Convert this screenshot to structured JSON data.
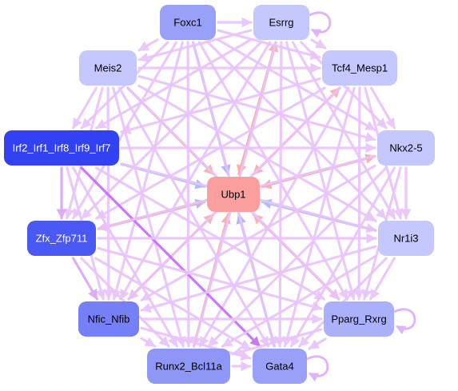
{
  "graph": {
    "nodes": [
      {
        "id": "foxc1",
        "label": "Foxc1",
        "fill": "#98a0f8",
        "text": "#000000"
      },
      {
        "id": "esrrg",
        "label": "Esrrg",
        "fill": "#c4c8fc",
        "text": "#000000"
      },
      {
        "id": "meis2",
        "label": "Meis2",
        "fill": "#c4c8fc",
        "text": "#000000"
      },
      {
        "id": "tcf4",
        "label": "Tcf4_Mesp1",
        "fill": "#c4c8fc",
        "text": "#000000"
      },
      {
        "id": "irf",
        "label": "Irf2_Irf1_Irf8_Irf9_Irf7",
        "fill": "#3242f2",
        "text": "#ffffff"
      },
      {
        "id": "nkx25",
        "label": "Nkx2-5",
        "fill": "#c4c8fc",
        "text": "#000000"
      },
      {
        "id": "ubp1",
        "label": "Ubp1",
        "fill": "#fa9e9e",
        "text": "#000000"
      },
      {
        "id": "zfx",
        "label": "Zfx_Zfp711",
        "fill": "#4a58f4",
        "text": "#ffffff"
      },
      {
        "id": "nr1i3",
        "label": "Nr1i3",
        "fill": "#c4c8fc",
        "text": "#000000"
      },
      {
        "id": "nfic",
        "label": "Nfic_Nfib",
        "fill": "#7680f6",
        "text": "#000000"
      },
      {
        "id": "pparg",
        "label": "Pparg_Rxrg",
        "fill": "#aab0fa",
        "text": "#000000"
      },
      {
        "id": "runx2",
        "label": "Runx2_Bcl11a",
        "fill": "#8e96f6",
        "text": "#000000"
      },
      {
        "id": "gata4",
        "label": "Gata4",
        "fill": "#98a0f8",
        "text": "#000000"
      }
    ],
    "edges": [
      {
        "from": "foxc1",
        "to": "ubp1",
        "color": "#a8b4f6"
      },
      {
        "from": "esrrg",
        "to": "ubp1",
        "color": "#f8aaaa"
      },
      {
        "from": "tcf4",
        "to": "ubp1",
        "color": "#f8aaaa"
      },
      {
        "from": "nkx25",
        "to": "ubp1",
        "color": "#f8aaaa"
      },
      {
        "from": "nr1i3",
        "to": "ubp1",
        "color": "#a8b4f6"
      },
      {
        "from": "pparg",
        "to": "ubp1",
        "color": "#f8aaaa"
      },
      {
        "from": "gata4",
        "to": "ubp1",
        "color": "#a8b4f6"
      },
      {
        "from": "runx2",
        "to": "ubp1",
        "color": "#f8aaaa"
      },
      {
        "from": "nfic",
        "to": "ubp1",
        "color": "#f8aaaa"
      },
      {
        "from": "zfx",
        "to": "ubp1",
        "color": "#a8b4f6"
      },
      {
        "from": "irf",
        "to": "ubp1",
        "color": "#a8b4f6"
      },
      {
        "from": "meis2",
        "to": "ubp1",
        "color": "#f8aaaa"
      },
      {
        "from": "ubp1",
        "to": "nkx25",
        "color": "#f8aaaa"
      },
      {
        "from": "ubp1",
        "to": "tcf4",
        "color": "#f8aaaa"
      },
      {
        "from": "ubp1",
        "to": "esrrg",
        "color": "#f8aaaa"
      },
      {
        "from": "ubp1",
        "to": "pparg",
        "color": "#f8aaaa"
      },
      {
        "from": "ubp1",
        "to": "nfic",
        "color": "#f8aaaa"
      },
      {
        "from": "ubp1",
        "to": "zfx",
        "color": "#f8aaaa"
      },
      {
        "from": "foxc1",
        "to": "esrrg",
        "color": "#e8c4fa"
      },
      {
        "from": "foxc1",
        "to": "meis2",
        "color": "#e8c4fa"
      },
      {
        "from": "foxc1",
        "to": "tcf4",
        "color": "#e8c4fa"
      },
      {
        "from": "foxc1",
        "to": "nkx25",
        "color": "#e8c4fa"
      },
      {
        "from": "foxc1",
        "to": "nr1i3",
        "color": "#e8c4fa"
      },
      {
        "from": "foxc1",
        "to": "pparg",
        "color": "#e8c4fa"
      },
      {
        "from": "foxc1",
        "to": "gata4",
        "color": "#e8c4fa"
      },
      {
        "from": "foxc1",
        "to": "runx2",
        "color": "#e8c4fa"
      },
      {
        "from": "foxc1",
        "to": "nfic",
        "color": "#e8c4fa"
      },
      {
        "from": "foxc1",
        "to": "zfx",
        "color": "#e8c4fa"
      },
      {
        "from": "foxc1",
        "to": "irf",
        "color": "#e8c4fa"
      },
      {
        "from": "esrrg",
        "to": "meis2",
        "color": "#e8c4fa"
      },
      {
        "from": "esrrg",
        "to": "tcf4",
        "color": "#e8c4fa"
      },
      {
        "from": "esrrg",
        "to": "nkx25",
        "color": "#e8c4fa"
      },
      {
        "from": "esrrg",
        "to": "nr1i3",
        "color": "#e8c4fa"
      },
      {
        "from": "esrrg",
        "to": "pparg",
        "color": "#e8c4fa"
      },
      {
        "from": "esrrg",
        "to": "gata4",
        "color": "#e8c4fa"
      },
      {
        "from": "esrrg",
        "to": "runx2",
        "color": "#e8c4fa"
      },
      {
        "from": "esrrg",
        "to": "nfic",
        "color": "#e8c4fa"
      },
      {
        "from": "esrrg",
        "to": "zfx",
        "color": "#e8c4fa"
      },
      {
        "from": "esrrg",
        "to": "irf",
        "color": "#e8c4fa"
      },
      {
        "from": "meis2",
        "to": "tcf4",
        "color": "#e8c4fa"
      },
      {
        "from": "meis2",
        "to": "nkx25",
        "color": "#e8c4fa"
      },
      {
        "from": "meis2",
        "to": "nr1i3",
        "color": "#e8c4fa"
      },
      {
        "from": "meis2",
        "to": "pparg",
        "color": "#e8c4fa"
      },
      {
        "from": "meis2",
        "to": "gata4",
        "color": "#e8c4fa"
      },
      {
        "from": "meis2",
        "to": "runx2",
        "color": "#e8c4fa"
      },
      {
        "from": "meis2",
        "to": "nfic",
        "color": "#e8c4fa"
      },
      {
        "from": "meis2",
        "to": "zfx",
        "color": "#e8c4fa"
      },
      {
        "from": "meis2",
        "to": "irf",
        "color": "#e8c4fa"
      },
      {
        "from": "tcf4",
        "to": "nkx25",
        "color": "#e8c4fa"
      },
      {
        "from": "tcf4",
        "to": "nr1i3",
        "color": "#e8c4fa"
      },
      {
        "from": "tcf4",
        "to": "pparg",
        "color": "#e8c4fa"
      },
      {
        "from": "tcf4",
        "to": "gata4",
        "color": "#e8c4fa"
      },
      {
        "from": "tcf4",
        "to": "runx2",
        "color": "#e8c4fa"
      },
      {
        "from": "tcf4",
        "to": "nfic",
        "color": "#e8c4fa"
      },
      {
        "from": "tcf4",
        "to": "zfx",
        "color": "#e8c4fa"
      },
      {
        "from": "tcf4",
        "to": "irf",
        "color": "#e8c4fa"
      },
      {
        "from": "irf",
        "to": "nkx25",
        "color": "#e8c4fa"
      },
      {
        "from": "irf",
        "to": "nr1i3",
        "color": "#e8c4fa"
      },
      {
        "from": "irf",
        "to": "pparg",
        "color": "#e8c4fa"
      },
      {
        "from": "irf",
        "to": "gata4",
        "color": "#c46cf0"
      },
      {
        "from": "irf",
        "to": "runx2",
        "color": "#e8c4fa"
      },
      {
        "from": "irf",
        "to": "nfic",
        "color": "#e8c4fa"
      },
      {
        "from": "irf",
        "to": "zfx",
        "color": "#d8a4f8"
      },
      {
        "from": "nkx25",
        "to": "nr1i3",
        "color": "#e8c4fa"
      },
      {
        "from": "nkx25",
        "to": "pparg",
        "color": "#e8c4fa"
      },
      {
        "from": "nkx25",
        "to": "gata4",
        "color": "#e8c4fa"
      },
      {
        "from": "nkx25",
        "to": "runx2",
        "color": "#e8c4fa"
      },
      {
        "from": "nkx25",
        "to": "nfic",
        "color": "#e8c4fa"
      },
      {
        "from": "nkx25",
        "to": "zfx",
        "color": "#e8c4fa"
      },
      {
        "from": "zfx",
        "to": "nr1i3",
        "color": "#e8c4fa"
      },
      {
        "from": "zfx",
        "to": "pparg",
        "color": "#e8c4fa"
      },
      {
        "from": "zfx",
        "to": "gata4",
        "color": "#e8c4fa"
      },
      {
        "from": "zfx",
        "to": "runx2",
        "color": "#e8c4fa"
      },
      {
        "from": "zfx",
        "to": "nfic",
        "color": "#d8a4f8"
      },
      {
        "from": "nr1i3",
        "to": "pparg",
        "color": "#e8c4fa"
      },
      {
        "from": "nr1i3",
        "to": "gata4",
        "color": "#e8c4fa"
      },
      {
        "from": "nr1i3",
        "to": "runx2",
        "color": "#e8c4fa"
      },
      {
        "from": "nr1i3",
        "to": "nfic",
        "color": "#e8c4fa"
      },
      {
        "from": "nfic",
        "to": "pparg",
        "color": "#e8c4fa"
      },
      {
        "from": "nfic",
        "to": "gata4",
        "color": "#e8c4fa"
      },
      {
        "from": "nfic",
        "to": "runx2",
        "color": "#e8c4fa"
      },
      {
        "from": "pparg",
        "to": "gata4",
        "color": "#e8c4fa"
      },
      {
        "from": "pparg",
        "to": "runx2",
        "color": "#e8c4fa"
      },
      {
        "from": "runx2",
        "to": "gata4",
        "color": "#e8c4fa"
      }
    ],
    "self_loops": [
      "esrrg",
      "pparg",
      "gata4"
    ]
  }
}
